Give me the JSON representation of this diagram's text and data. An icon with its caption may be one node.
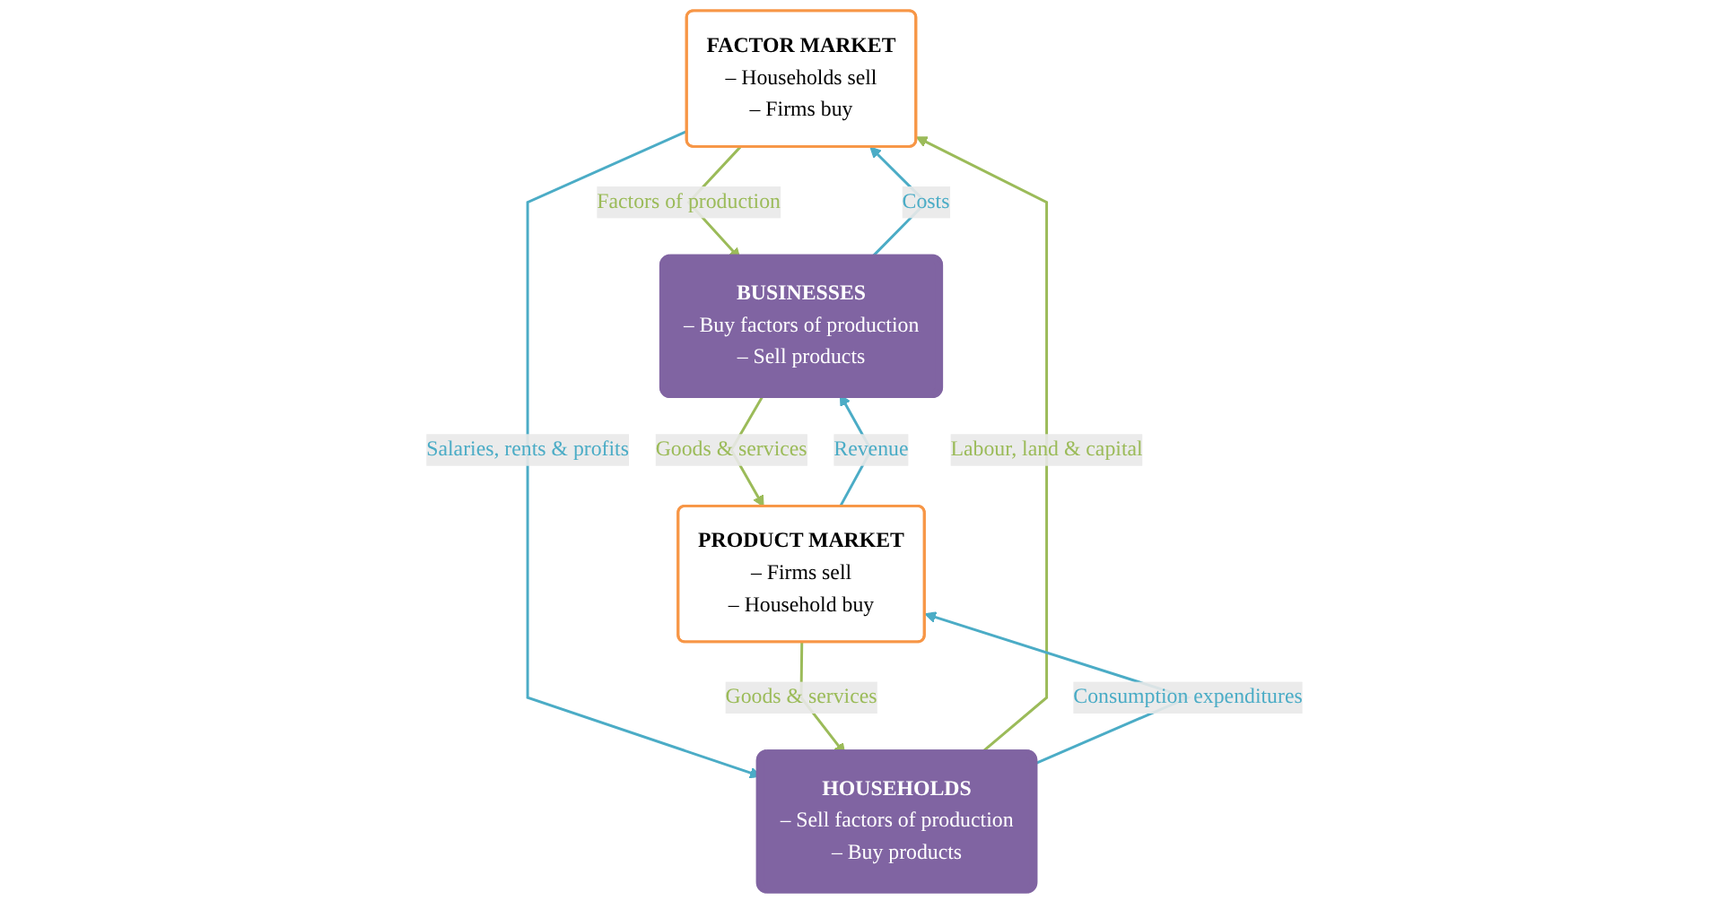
{
  "diagram": {
    "nodes": [
      {
        "text": [
          "FACTOR MARKET",
          "– Households sell",
          "– Firms buy"
        ]
      },
      {
        "text": [
          "BUSINESSES",
          "– Buy factors of production",
          "– Sell products"
        ]
      },
      {
        "text": [
          "HOUSEHOLDS",
          "– Sell factors of production",
          "– Buy products"
        ]
      },
      {
        "text": [
          "PRODUCT MARKET",
          "– Firms sell",
          "– Household buy"
        ]
      }
    ],
    "edges": [
      {
        "from": 1,
        "to": 0,
        "arrow": "to",
        "label": "Costs",
        "color": "#4bacc6"
      },
      {
        "from": 0,
        "to": 1,
        "arrow": "to",
        "label": "Factors of production",
        "color": "#9bbb59"
      },
      {
        "from": 0,
        "to": 2,
        "arrow": "to",
        "label": "Salaries, rents & profits",
        "color": "#4bacc6"
      },
      {
        "from": 2,
        "to": 0,
        "arrow": "to",
        "label": "Labour, land & capital",
        "color": "#9bbb59"
      },
      {
        "from": 1,
        "to": 3,
        "arrow": "to",
        "label": "Goods & services",
        "color": "#9bbb59"
      },
      {
        "from": 3,
        "to": 2,
        "arrow": "to",
        "label": "Goods & services",
        "color": "#9bbb59"
      },
      {
        "from": 2,
        "to": 3,
        "arrow": "to",
        "label": "Consumption expenditures",
        "color": "#4bacc6"
      },
      {
        "from": 3,
        "to": 1,
        "arrow": "to",
        "label": "Revenue",
        "color": "#4bacc6"
      }
    ]
  }
}
